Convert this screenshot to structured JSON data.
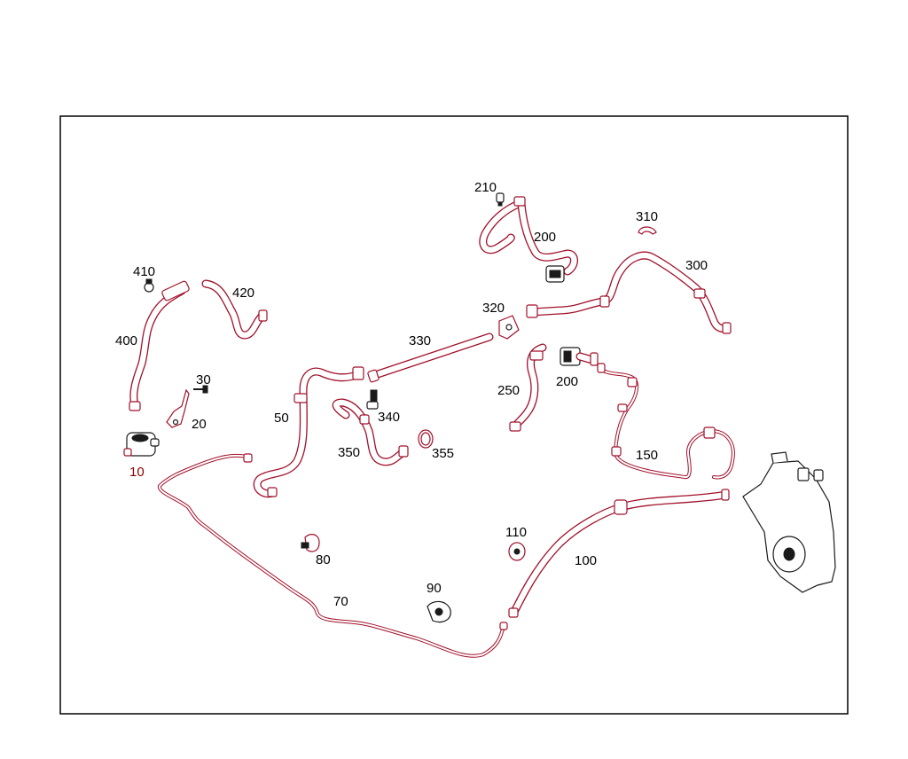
{
  "colors": {
    "part_outline": "#a0102a",
    "ink": "#1a1a1a",
    "frame": "#000000",
    "label": "#000000",
    "label_highlight": "#8b0000"
  },
  "callouts": {
    "p10": "10",
    "p20": "20",
    "p30": "30",
    "p50": "50",
    "p70": "70",
    "p80": "80",
    "p90": "90",
    "p100": "100",
    "p110": "110",
    "p150": "150",
    "p200a": "200",
    "p200b": "200",
    "p210": "210",
    "p250": "250",
    "p300": "300",
    "p310": "310",
    "p320": "320",
    "p330": "330",
    "p340": "340",
    "p350": "350",
    "p355": "355",
    "p400": "400",
    "p410": "410",
    "p420": "420"
  }
}
